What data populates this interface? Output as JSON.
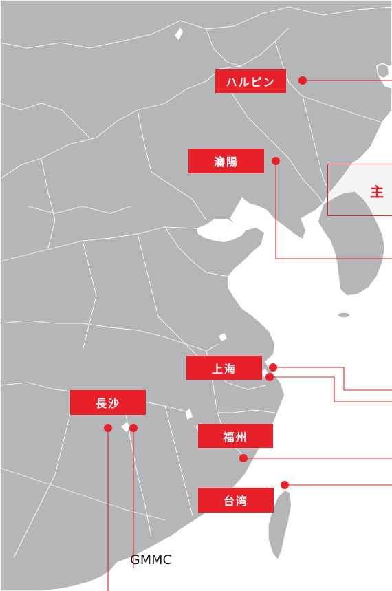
{
  "map": {
    "land_color": "#b5b6b8",
    "border_color": "#ffffff",
    "accent": "#e8202a"
  },
  "cities": {
    "harbin": "ハルピン",
    "shenyang": "瀋陽",
    "shanghai": "上海",
    "changsha": "長沙",
    "fuzhou": "福州",
    "taiwan": "台湾"
  },
  "callout": {
    "text": "主"
  },
  "labels": {
    "gmmc": "GMMC"
  }
}
